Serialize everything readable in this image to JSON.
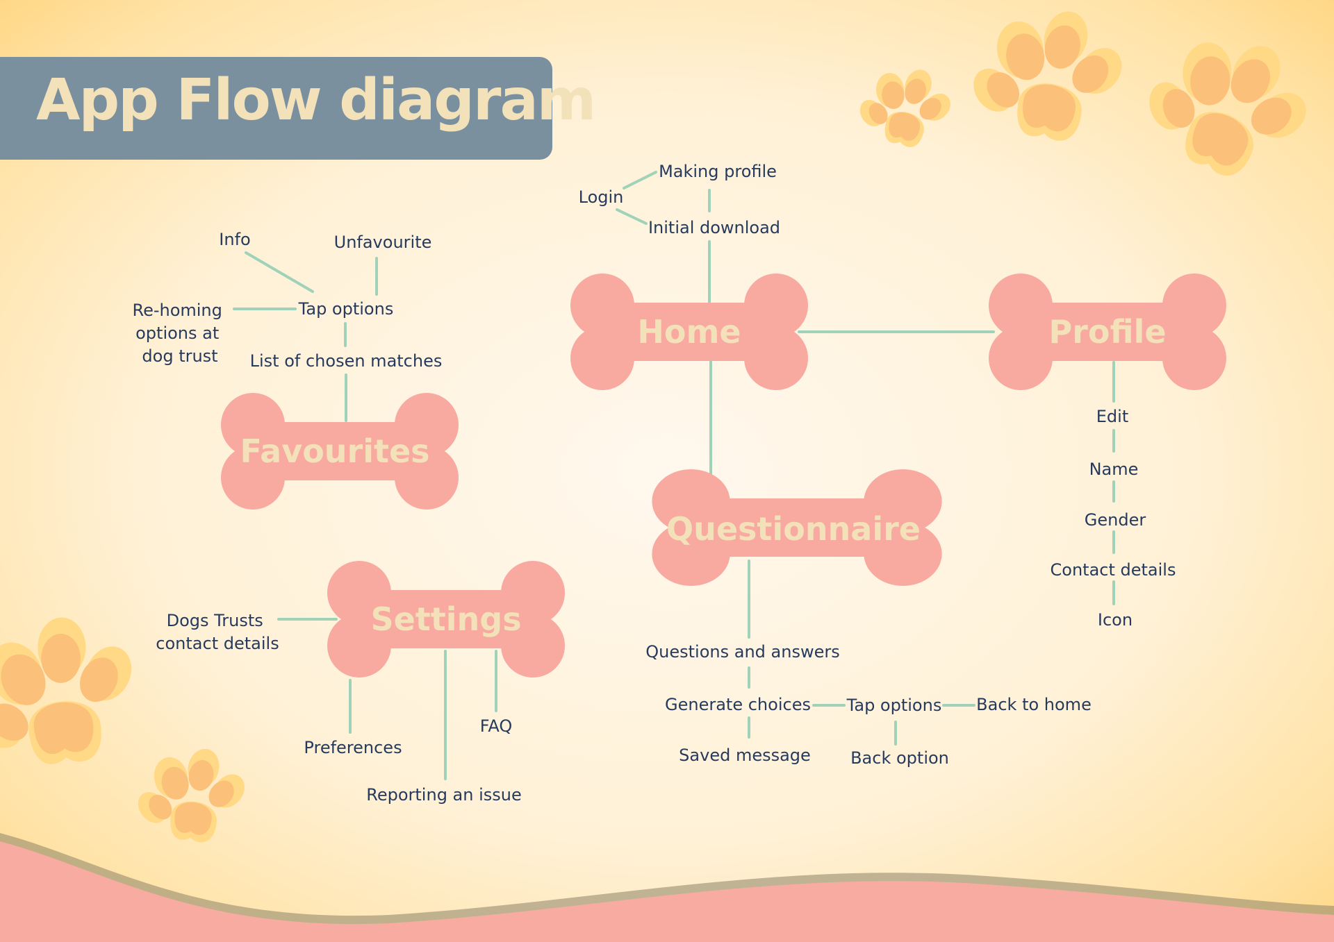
{
  "title": "App Flow diagram",
  "colors": {
    "background_center": "#fff8ec",
    "background_edge": "#ffd987",
    "banner": "#7a909e",
    "title_text": "#f3e1b9",
    "bone": "#f8a9a0",
    "bone_text": "#f3e1b9",
    "connector": "#9fd2b8",
    "label_text": "#263a5e",
    "paw_outer": "#ffd783",
    "paw_inner": "#fbbf78",
    "wave": "#f8aba0"
  },
  "bones": {
    "home": "Home",
    "profile": "Profile",
    "favourites": "Favourites",
    "questionnaire": "Questionnaire",
    "settings": "Settings"
  },
  "labels": {
    "making_profile": "Making profile",
    "login": "Login",
    "initial_download": "Initial download",
    "info": "Info",
    "unfavourite": "Unfavourite",
    "rehoming": [
      "Re-homing",
      "options at",
      "dog trust"
    ],
    "tap_options_fav": "Tap options",
    "list_of_chosen_matches": "List of chosen matches",
    "edit": "Edit",
    "name": "Name",
    "gender": "Gender",
    "contact_details": "Contact details",
    "icon": "Icon",
    "questions_and_answers": "Questions and answers",
    "generate_choices": "Generate choices",
    "tap_options_q": "Tap options",
    "back_to_home": "Back to home",
    "saved_message": "Saved message",
    "back_option": "Back option",
    "dogs_trusts": [
      "Dogs Trusts",
      "contact details"
    ],
    "preferences": "Preferences",
    "faq": "FAQ",
    "reporting_an_issue": "Reporting an issue"
  }
}
